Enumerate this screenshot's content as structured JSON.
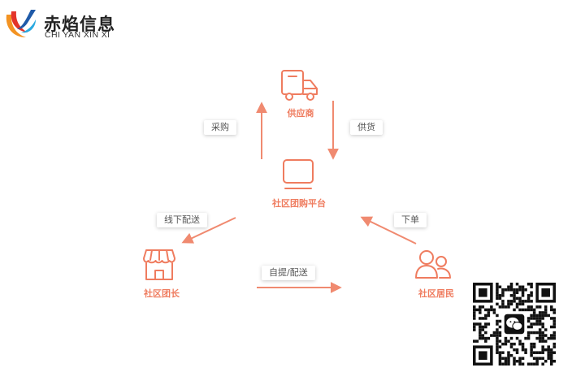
{
  "brand": {
    "name": "赤焰信息",
    "subtitle": "CHI YAN XIN XI",
    "colors": {
      "orange": "#f39322",
      "red": "#e3342a",
      "blue": "#1f5aa8",
      "cyan": "#2aa9e0"
    }
  },
  "colors": {
    "accent": "#ef7c5f",
    "arrow": "#f08a70",
    "qr": "#111111"
  },
  "nodes": {
    "supplier": {
      "label": "供应商",
      "icon": "truck-icon"
    },
    "platform": {
      "label": "社区团购平台",
      "icon": "monitor-icon"
    },
    "leader": {
      "label": "社区团长",
      "icon": "storefront-icon"
    },
    "residents": {
      "label": "社区居民",
      "icon": "users-icon"
    }
  },
  "edges": {
    "purchase": {
      "label": "采购",
      "from": "platform",
      "to": "supplier"
    },
    "supply": {
      "label": "供货",
      "from": "supplier",
      "to": "platform"
    },
    "offline_delivery": {
      "label": "线下配送",
      "from": "platform",
      "to": "leader"
    },
    "order": {
      "label": "下单",
      "from": "residents",
      "to": "platform"
    },
    "pickup_delivery": {
      "label": "自提/配送",
      "from": "leader",
      "to": "residents"
    }
  },
  "qr_code": {
    "icon": "wechat-icon"
  }
}
